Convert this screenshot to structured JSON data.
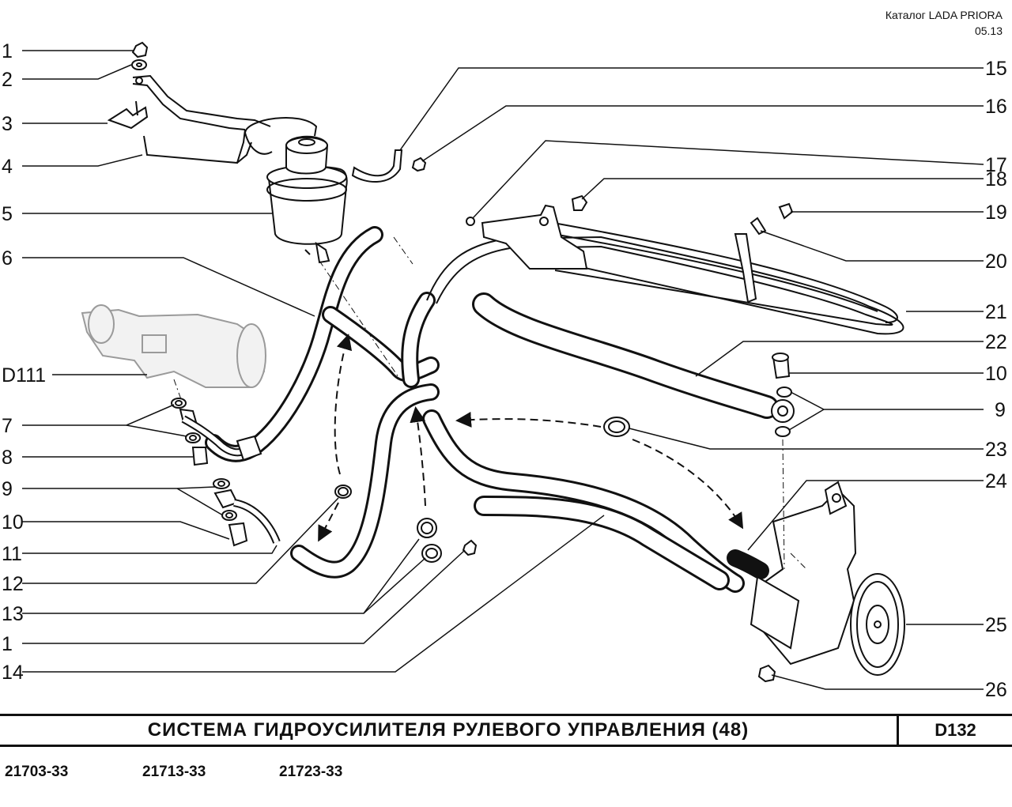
{
  "header": {
    "catalog": "Каталог  LADA  PRIORA",
    "date": "05.13"
  },
  "title": "СИСТЕМА  ГИДРОУСИЛИТЕЛЯ  РУЛЕВОГО  УПРАВЛЕНИЯ (48)",
  "page_code": "D132",
  "models": [
    "21703-33",
    "21713-33",
    "21723-33"
  ],
  "callouts": {
    "left": [
      "1",
      "2",
      "3",
      "4",
      "5",
      "6",
      "D111",
      "7",
      "8",
      "9",
      "10",
      "11",
      "12",
      "13",
      "1",
      "14"
    ],
    "right": [
      "15",
      "16",
      "17",
      "18",
      "19",
      "20",
      "21",
      "22",
      "10",
      "9",
      "23",
      "24",
      "25",
      "26"
    ]
  }
}
